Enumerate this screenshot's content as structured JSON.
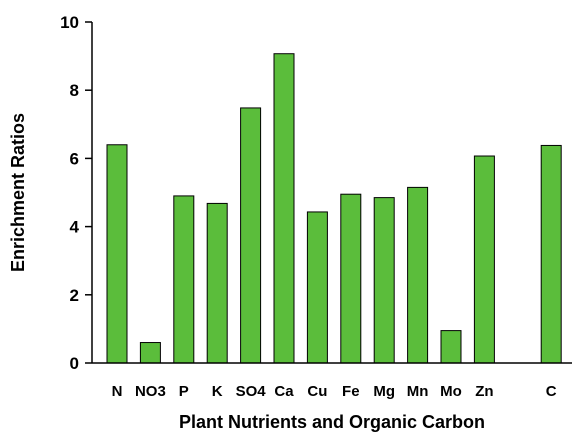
{
  "chart_data": {
    "type": "bar",
    "xlabel": "Plant Nutrients and Organic Carbon",
    "ylabel": "Enrichment Ratios",
    "ylim": [
      0,
      10
    ],
    "yticks": [
      0,
      2,
      4,
      6,
      8,
      10
    ],
    "grid": false,
    "legend": "none",
    "bar_color": "#5bbd3b",
    "bar_edge_color": "#000000",
    "categories": [
      "N",
      "NO3",
      "P",
      "K",
      "SO4",
      "Ca",
      "Cu",
      "Fe",
      "Mg",
      "Mn",
      "Mo",
      "Zn",
      "",
      "C"
    ],
    "values": [
      6.4,
      0.6,
      4.9,
      4.68,
      7.48,
      9.07,
      4.43,
      4.95,
      4.85,
      5.15,
      0.95,
      6.07,
      null,
      6.38
    ]
  }
}
